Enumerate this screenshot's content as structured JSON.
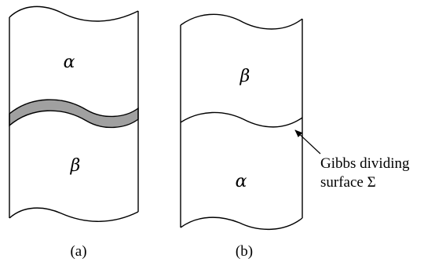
{
  "panel_a": {
    "top_phase": "α",
    "bottom_phase": "β",
    "caption": "(a)",
    "interface_fill": "#a0a0a0"
  },
  "panel_b": {
    "top_phase": "β",
    "bottom_phase": "α",
    "caption": "(b)",
    "annotation_line1": "Gibbs dividing",
    "annotation_line2": "surface Σ"
  }
}
